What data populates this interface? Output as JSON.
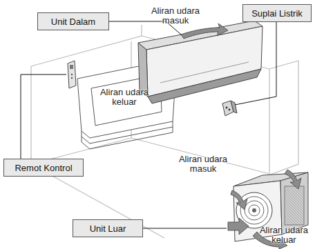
{
  "diagram": {
    "nodes": [
      {
        "text": [
          "Unit Dalam"
        ]
      },
      {
        "text": [
          "Suplai Listrik"
        ]
      },
      {
        "text": [
          "Remot Kontrol"
        ]
      },
      {
        "text": [
          "Unit Luar"
        ]
      }
    ],
    "labels": [
      "Aliran udara masuk",
      "Aliran udara keluar",
      "Aliran udara masuk",
      "Aliran udara keluar"
    ]
  }
}
